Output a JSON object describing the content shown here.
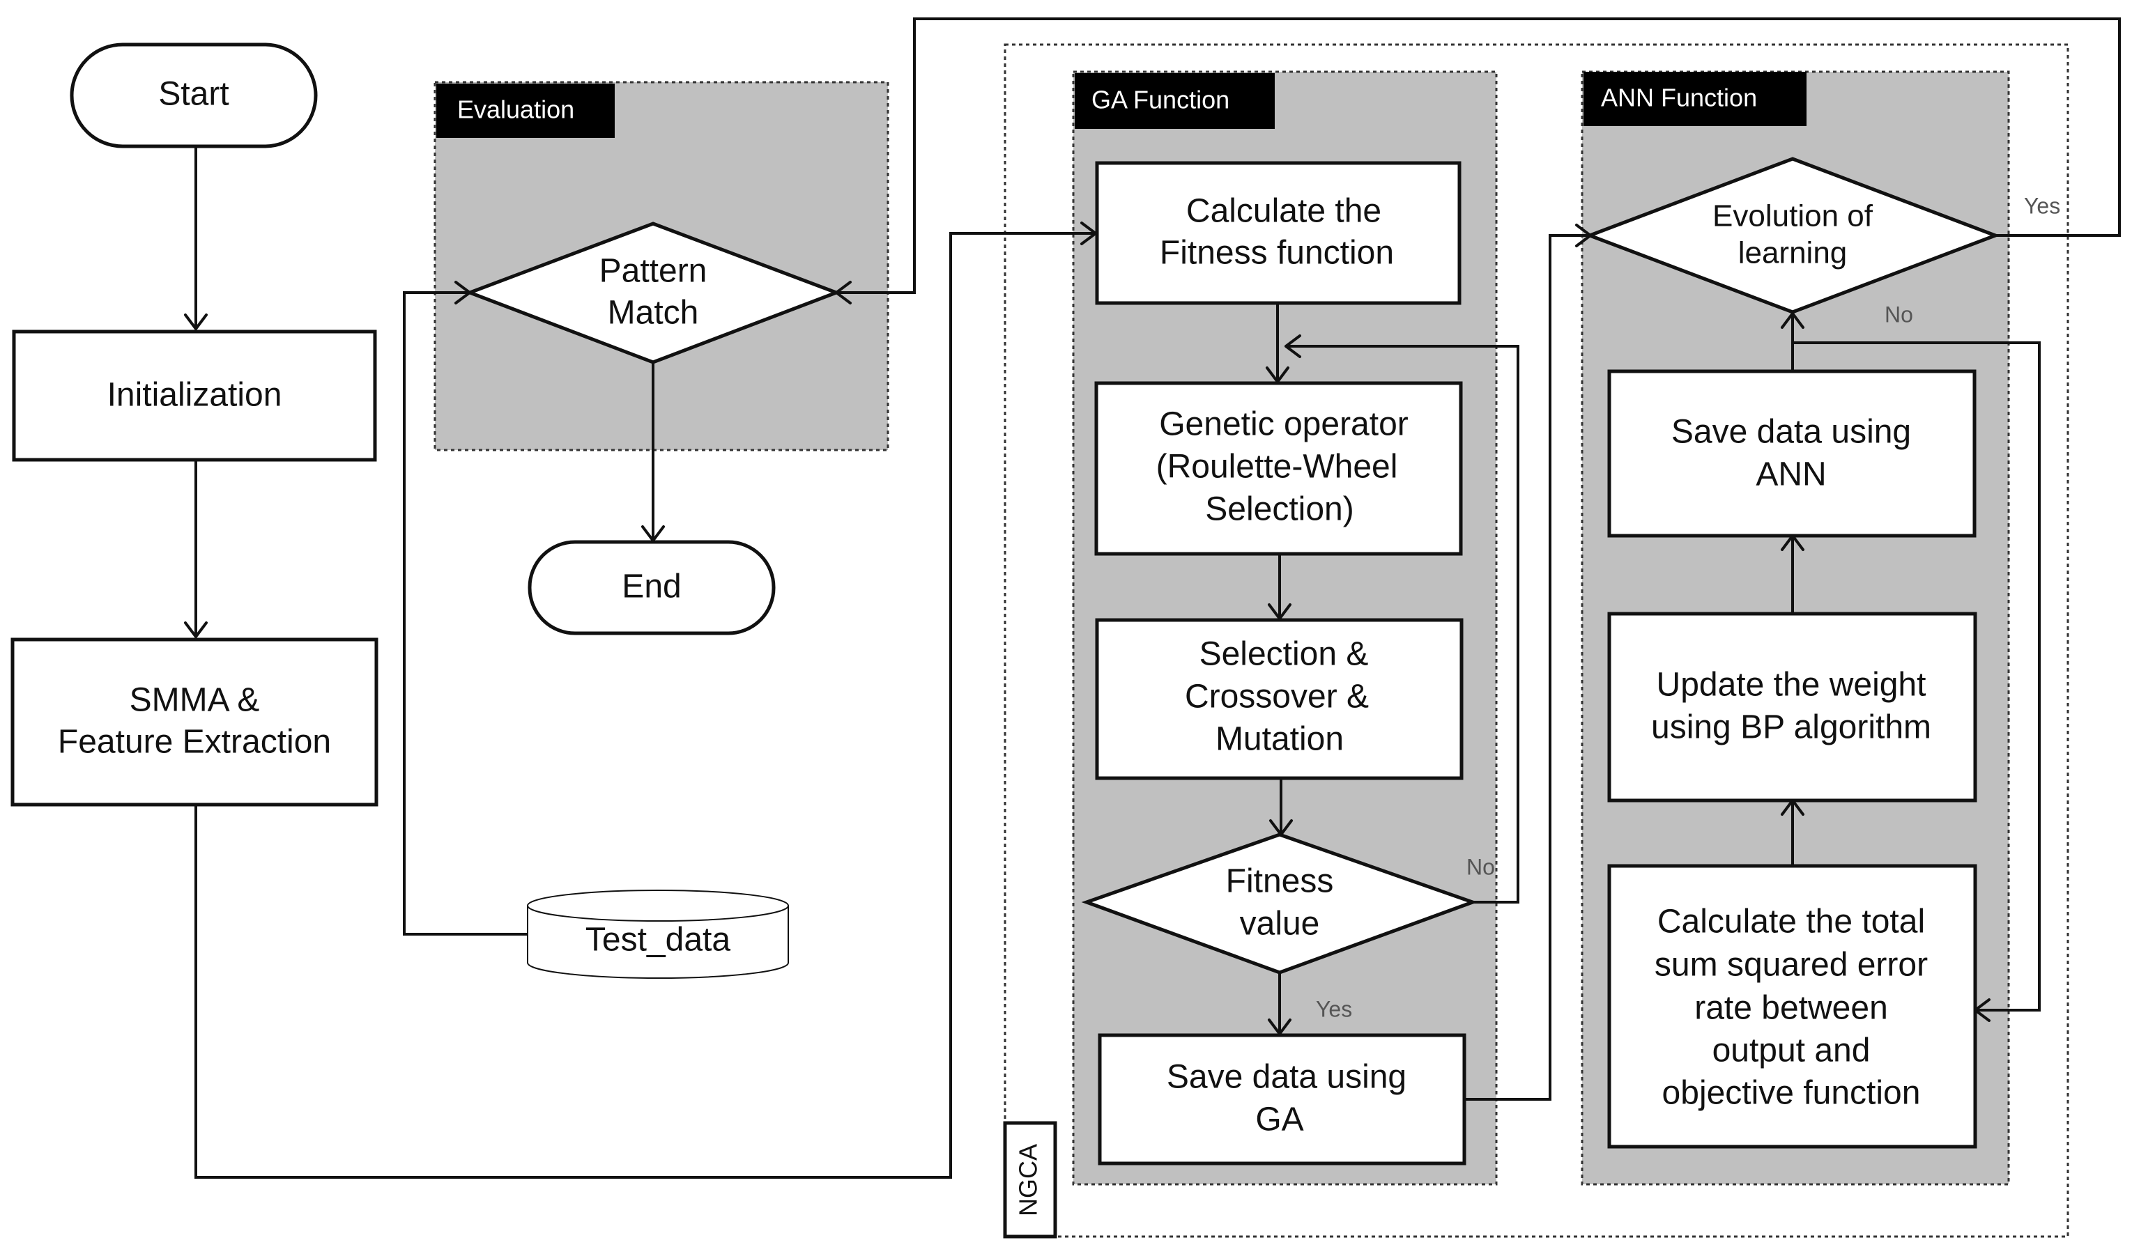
{
  "colors": {
    "group_fill": "#c0c0c0",
    "tag_fill": "#000000",
    "node_fill": "#ffffff",
    "line": "#111111"
  },
  "groups": {
    "evaluation": "Evaluation",
    "ga_function": "GA Function",
    "ann_function": "ANN Function",
    "ngca": "NGCA"
  },
  "nodes": {
    "start": "Start",
    "initialization": "Initialization",
    "smma": [
      "SMMA &",
      "Feature Extraction"
    ],
    "pattern_match": [
      "Pattern",
      "Match"
    ],
    "end": "End",
    "test_data": "Test_data",
    "calc_fitness": [
      "Calculate the",
      "Fitness function"
    ],
    "genetic_operator": [
      "Genetic operator",
      "(Roulette-Wheel",
      "Selection)"
    ],
    "sel_cross_mut": [
      "Selection &",
      "Crossover &",
      "Mutation"
    ],
    "fitness_value": [
      "Fitness",
      "value"
    ],
    "save_ga": [
      "Save data using",
      "GA"
    ],
    "evolution": [
      "Evolution of",
      "learning"
    ],
    "save_ann": [
      "Save data using",
      "ANN"
    ],
    "update_weight": [
      "Update the weight",
      "using BP algorithm"
    ],
    "calc_error": [
      "Calculate the total",
      "sum squared error",
      "rate between",
      "output and",
      "objective function"
    ]
  },
  "edge_labels": {
    "fitness_no": "No",
    "fitness_yes": "Yes",
    "evolution_yes": "Yes",
    "evolution_no": "No"
  }
}
